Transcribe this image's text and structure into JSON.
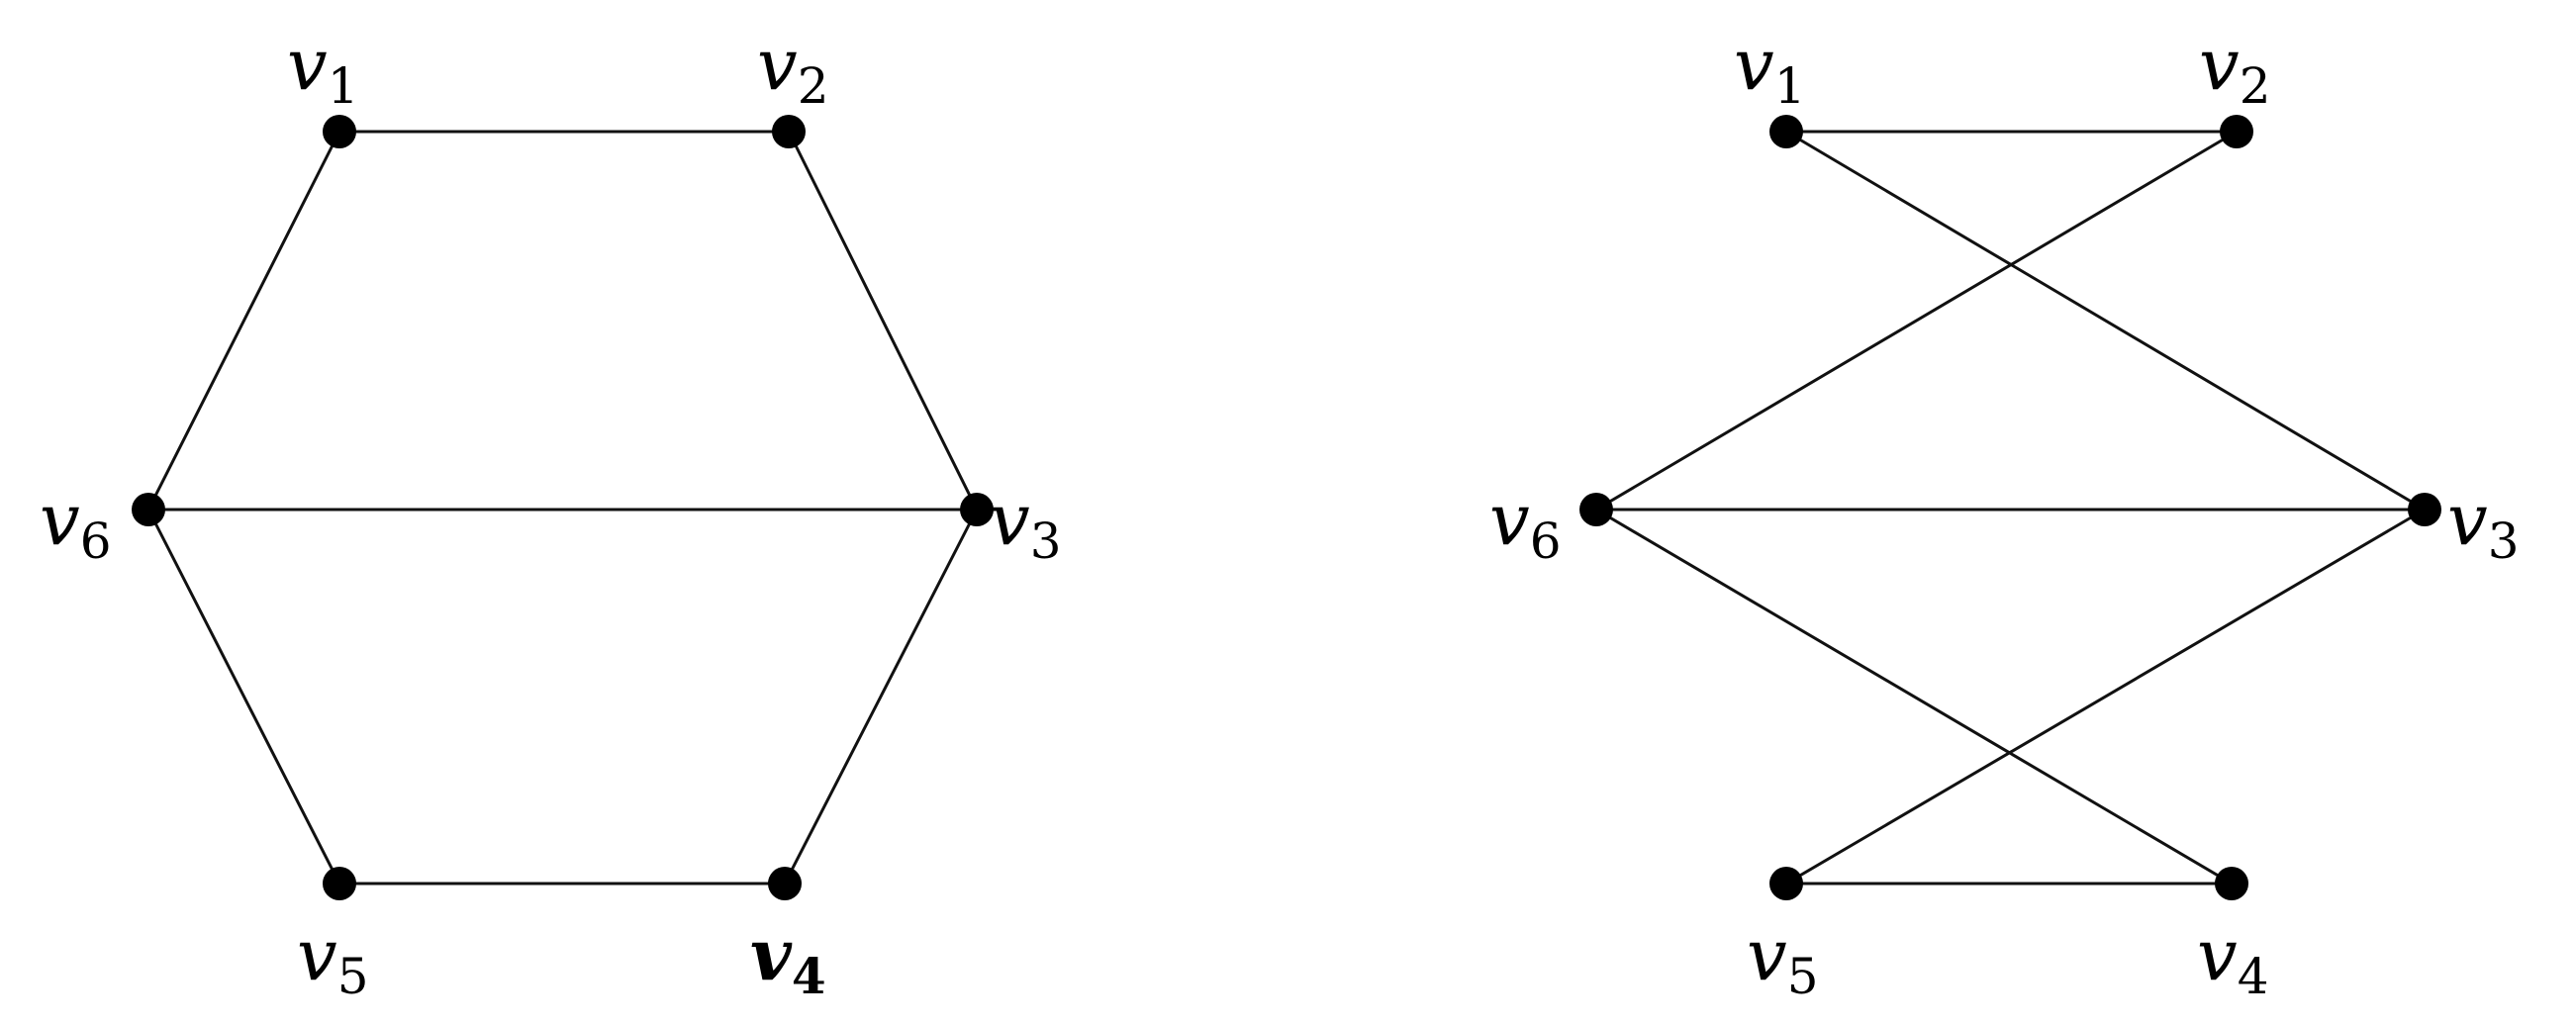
{
  "graphs": [
    {
      "name": "graph-left",
      "vertices": [
        {
          "id": "v1",
          "letter": "v",
          "sub": "1"
        },
        {
          "id": "v2",
          "letter": "v",
          "sub": "2"
        },
        {
          "id": "v3",
          "letter": "v",
          "sub": "3"
        },
        {
          "id": "v4",
          "letter": "v",
          "sub": "4",
          "bold": true
        },
        {
          "id": "v5",
          "letter": "v",
          "sub": "5"
        },
        {
          "id": "v6",
          "letter": "v",
          "sub": "6"
        }
      ],
      "edges": [
        [
          "v1",
          "v2"
        ],
        [
          "v2",
          "v3"
        ],
        [
          "v3",
          "v4"
        ],
        [
          "v4",
          "v5"
        ],
        [
          "v5",
          "v6"
        ],
        [
          "v6",
          "v1"
        ],
        [
          "v6",
          "v3"
        ]
      ]
    },
    {
      "name": "graph-right",
      "vertices": [
        {
          "id": "v1",
          "letter": "v",
          "sub": "1"
        },
        {
          "id": "v2",
          "letter": "v",
          "sub": "2"
        },
        {
          "id": "v3",
          "letter": "v",
          "sub": "3"
        },
        {
          "id": "v4",
          "letter": "v",
          "sub": "4"
        },
        {
          "id": "v5",
          "letter": "v",
          "sub": "5"
        },
        {
          "id": "v6",
          "letter": "v",
          "sub": "6"
        }
      ],
      "edges": [
        [
          "v1",
          "v2"
        ],
        [
          "v1",
          "v3"
        ],
        [
          "v2",
          "v6"
        ],
        [
          "v6",
          "v3"
        ],
        [
          "v6",
          "v4"
        ],
        [
          "v3",
          "v5"
        ],
        [
          "v5",
          "v4"
        ]
      ]
    }
  ],
  "colors": {
    "edge": "#111111",
    "vertex": "#000000",
    "background": "#ffffff"
  }
}
